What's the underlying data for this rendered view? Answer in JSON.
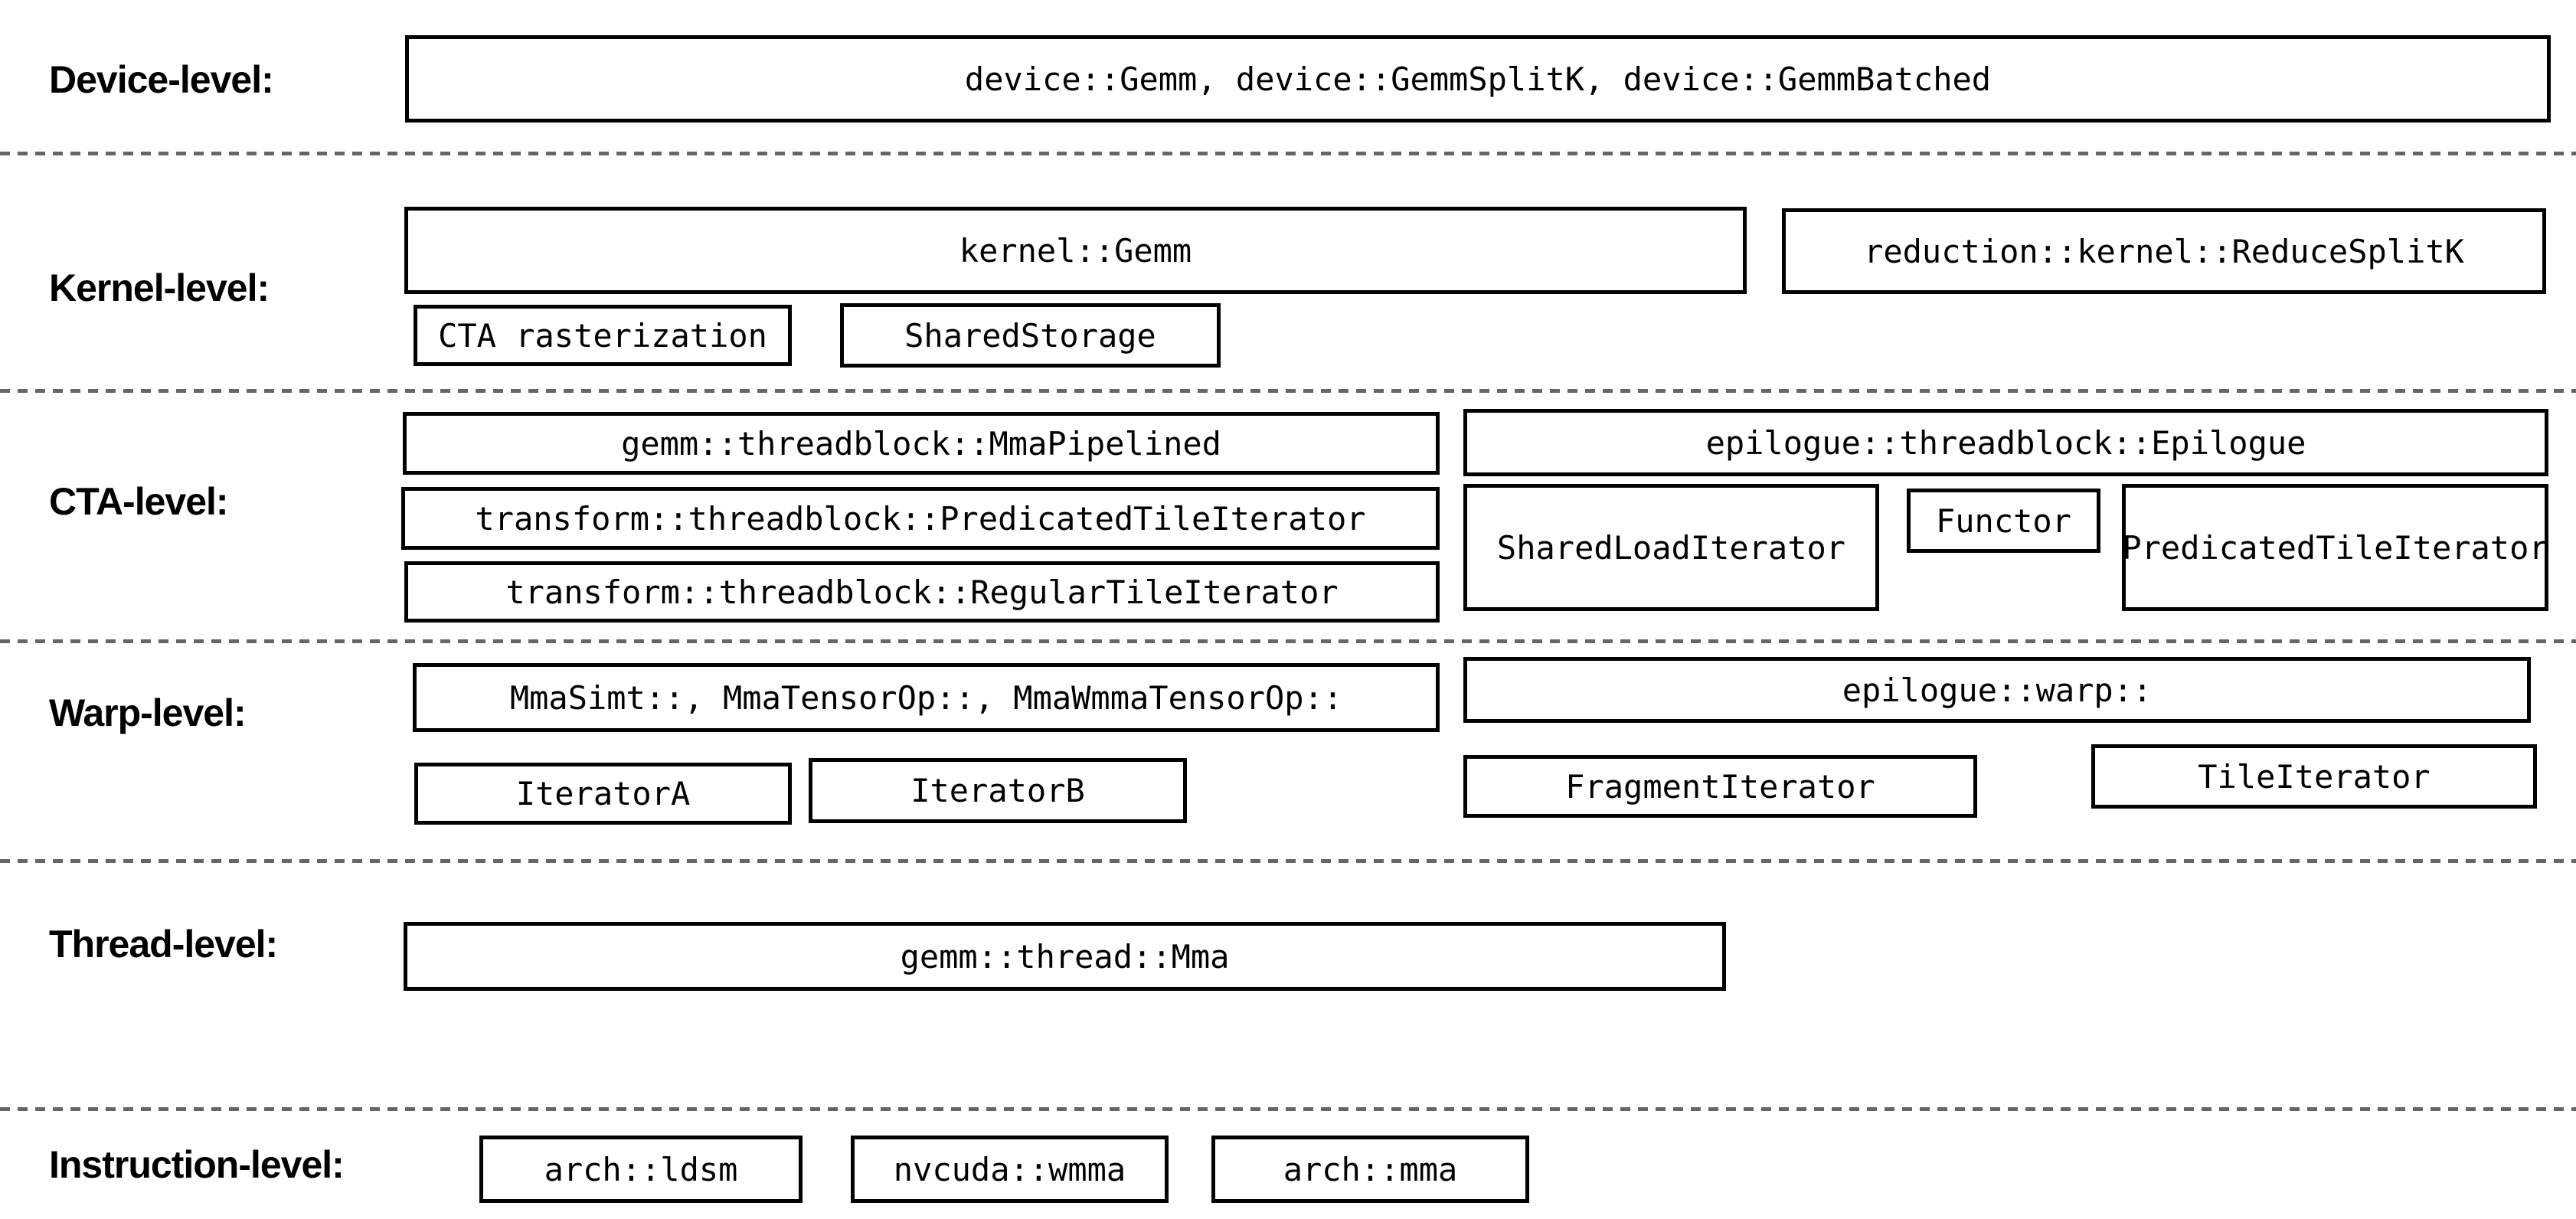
{
  "colors": {
    "background": "#ffffff",
    "box_border": "#000000",
    "box_background": "#ffffff",
    "text": "#000000",
    "separator": "#666666"
  },
  "levels": [
    {
      "label": "Device-level:",
      "boxes": [
        {
          "text": "device::Gemm, device::GemmSplitK, device::GemmBatched"
        }
      ]
    },
    {
      "label": "Kernel-level:",
      "boxes": [
        {
          "text": "kernel::Gemm"
        },
        {
          "text": "reduction::kernel::ReduceSplitK"
        },
        {
          "text": "CTA rasterization"
        },
        {
          "text": "SharedStorage"
        }
      ]
    },
    {
      "label": "CTA-level:",
      "boxes": [
        {
          "text": "gemm::threadblock::MmaPipelined"
        },
        {
          "text": "epilogue::threadblock::Epilogue"
        },
        {
          "text": "transform::threadblock::PredicatedTileIterator"
        },
        {
          "text": "SharedLoadIterator"
        },
        {
          "text": "Functor"
        },
        {
          "text": "PredicatedTileIterator"
        },
        {
          "text": "transform::threadblock::RegularTileIterator"
        }
      ]
    },
    {
      "label": "Warp-level:",
      "boxes": [
        {
          "text": "MmaSimt::, MmaTensorOp::, MmaWmmaTensorOp::"
        },
        {
          "text": "epilogue::warp::"
        },
        {
          "text": "IteratorA"
        },
        {
          "text": "IteratorB"
        },
        {
          "text": "FragmentIterator"
        },
        {
          "text": "TileIterator"
        }
      ]
    },
    {
      "label": "Thread-level:",
      "boxes": [
        {
          "text": "gemm::thread::Mma"
        }
      ]
    },
    {
      "label": "Instruction-level:",
      "boxes": [
        {
          "text": "arch::ldsm"
        },
        {
          "text": "nvcuda::wmma"
        },
        {
          "text": "arch::mma"
        }
      ]
    }
  ]
}
